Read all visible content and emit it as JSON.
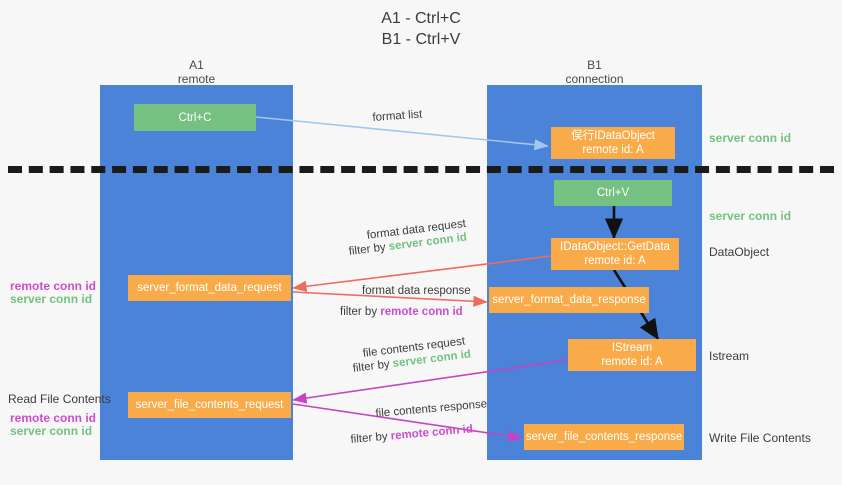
{
  "title": {
    "line1": "A1 - Ctrl+C",
    "line2": "B1 - Ctrl+V"
  },
  "columns": [
    {
      "name": "A1",
      "sub": "remote"
    },
    {
      "name": "B1",
      "sub": "connection"
    }
  ],
  "nodes": {
    "ctrl_c": "Ctrl+C",
    "ctrl_v": "Ctrl+V",
    "idataobject_top_l1": "俣行IDataObject",
    "idataobject_top_l2": "remote id: A",
    "getdata_l1": "IDataObject::GetData",
    "getdata_l2": "remote id: A",
    "istream_l1": "IStream",
    "istream_l2": "remote id: A",
    "server_format_data_request": "server_format_data_request",
    "server_format_data_response": "server_format_data_response",
    "server_file_contents_request": "server_file_contents_request",
    "server_file_contents_response": "server_file_contents_response"
  },
  "right_labels": {
    "server_conn_id_top": "server conn id",
    "server_conn_id_mid": "server conn id",
    "dataobject": "DataObject",
    "istream": "Istream",
    "write_file_contents": "Write File Contents"
  },
  "left_labels": {
    "remote_conn_id_1": "remote conn id",
    "server_conn_id_1": "server conn id",
    "read_file_contents": "Read File Contents",
    "remote_conn_id_2": "remote conn id",
    "server_conn_id_2": "server conn id"
  },
  "edges": {
    "format_list": "format list",
    "format_data_request": "format data request",
    "format_data_request_filter_prefix": "filter by ",
    "format_data_request_filter_value": "server conn id",
    "format_data_response": "format data response",
    "format_data_response_filter_prefix": "filter by ",
    "format_data_response_filter_value": "remote conn id",
    "file_contents_request": "file contents request",
    "file_contents_request_filter_prefix": "filter by ",
    "file_contents_request_filter_value": "server conn id",
    "file_contents_response": "file contents response",
    "file_contents_response_filter_prefix": "filter by ",
    "file_contents_response_filter_value": "remote conn id"
  },
  "colors": {
    "lane": "#4b83d8",
    "node_orange": "#f9ab49",
    "node_green": "#74c182",
    "green_text": "#74c182",
    "pink_text": "#cc4ecc",
    "arrow_blue": "#9ec8ee",
    "arrow_red": "#ee6b62",
    "arrow_magenta": "#c544c5",
    "arrow_black": "#111111",
    "background": "#f7f7f7"
  }
}
